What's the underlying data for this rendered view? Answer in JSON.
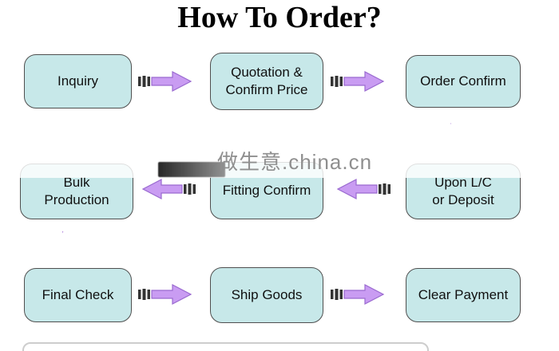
{
  "title": "How To Order?",
  "watermark": "做生意.china.cn",
  "nodes": {
    "inquiry": "Inquiry",
    "quotation": "Quotation &\nConfirm Price",
    "order_confirm": "Order Confirm",
    "upon_lc": "Upon L/C\nor Deposit",
    "fitting_confirm": "Fitting Confirm",
    "bulk_production": "Bulk\nProduction",
    "final_check": "Final Check",
    "ship_goods": "Ship Goods",
    "clear_payment": "Clear Payment"
  },
  "colors": {
    "box_fill": "#c7e8e9",
    "box_border": "#4f4f4f",
    "arrow_fill": "#c99cf2",
    "arrow_stroke": "#9a6ad0",
    "arrow_stripe": "#333333",
    "watermark_text": "#8f8f8f"
  }
}
